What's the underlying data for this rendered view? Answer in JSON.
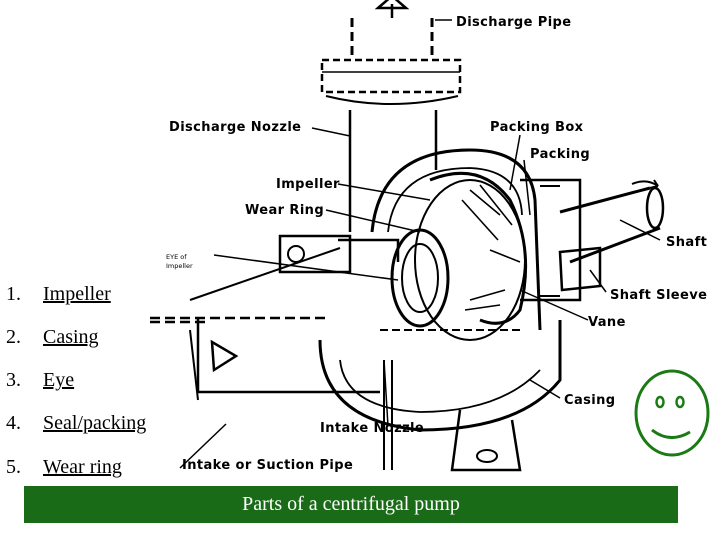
{
  "diagram": {
    "labels": {
      "discharge_pipe": "Discharge Pipe",
      "discharge_nozzle": "Discharge Nozzle",
      "packing_box": "Packing Box",
      "packing": "Packing",
      "impeller": "Impeller",
      "wear_ring": "Wear Ring",
      "eye_of_impeller_1": "EYE of",
      "eye_of_impeller_2": "Impeller",
      "shaft": "Shaft",
      "shaft_sleeve": "Shaft Sleeve",
      "vane": "Vane",
      "casing": "Casing",
      "intake_nozzle": "Intake Nozzle",
      "intake_pipe": "Intake or Suction Pipe"
    }
  },
  "parts_list": [
    {
      "number": "1.",
      "name": "Impeller"
    },
    {
      "number": "2.",
      "name": "Casing"
    },
    {
      "number": "3.",
      "name": "Eye"
    },
    {
      "number": "4.",
      "name": "Seal/packing"
    },
    {
      "number": "5.",
      "name": "Wear ring"
    }
  ],
  "caption": "Parts of a centrifugal pump",
  "colors": {
    "banner_bg": "#1a6b17",
    "banner_text": "#ffffff",
    "smiley": "#1a7a14"
  }
}
